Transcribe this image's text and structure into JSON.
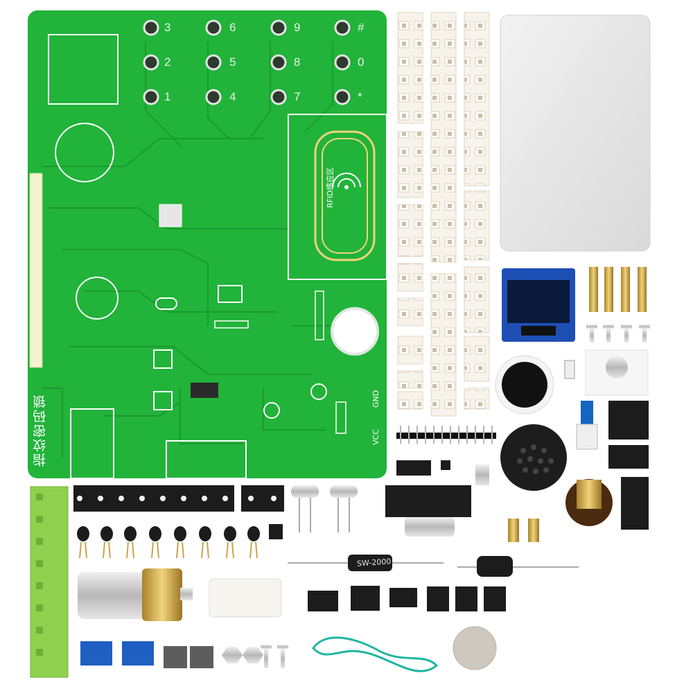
{
  "pcb": {
    "rfid_label": "RFID感应区",
    "lock_title": "指纹密码锁",
    "gnd_label": "GND",
    "vcc_label": "VCC",
    "keys": [
      "3",
      "6",
      "9",
      "#",
      "2",
      "5",
      "8",
      "0",
      "1",
      "4",
      "7",
      "*"
    ]
  },
  "parts": {
    "resistor_marking": "SW-2000"
  },
  "colors": {
    "pcb_green": "#21b33a",
    "trace_green": "#1a9a2e",
    "terminal_green": "#8fd14f",
    "terminal_blue": "#1f5fc2",
    "wire_teal": "#1fb5a0"
  }
}
